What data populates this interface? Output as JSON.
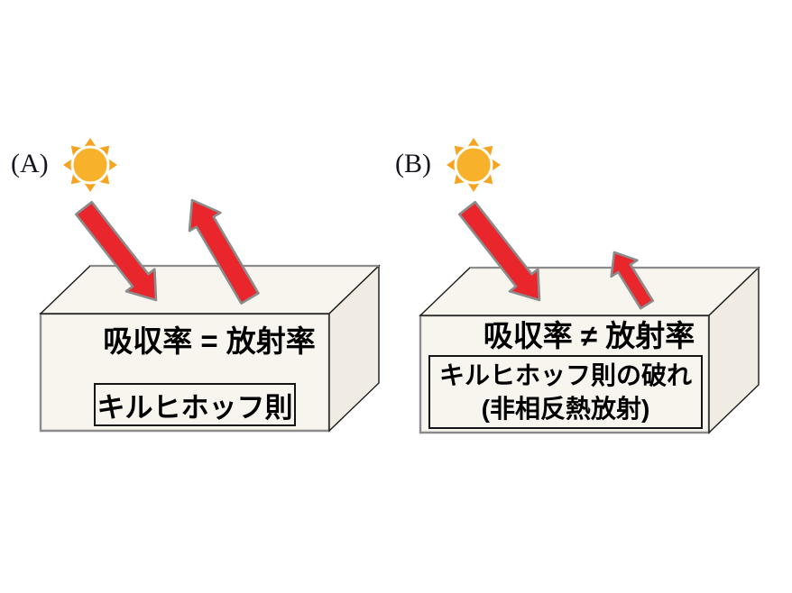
{
  "figure": {
    "panels": [
      {
        "label": "(A)",
        "relation": "吸収率 = 放射率",
        "caption_line1": "キルヒホッフ則",
        "incident_arrow": "large",
        "emitted_arrow": "large"
      },
      {
        "label": "(B)",
        "relation": "吸収率 ≠ 放射率",
        "caption_line1": "キルヒホッフ則の破れ",
        "caption_line2": "(非相反熱放射)",
        "incident_arrow": "large",
        "emitted_arrow": "small"
      }
    ]
  },
  "icons": {
    "sun": "sun-icon",
    "incident": "incident-arrow-icon",
    "emitted": "emitted-arrow-icon"
  },
  "colors": {
    "background": "#ffffff",
    "text": "#000000",
    "arrow_fill": "#e8262b",
    "arrow_stroke": "#8c8c8c",
    "sun_core": "#f8b12b",
    "sun_rays": "#f6a41f",
    "box_fill": "#f8f5ef",
    "box_side_fill": "#f0ece3",
    "box_stroke_dark": "#1a1a1a",
    "box_stroke_gray": "#8c8c8c"
  }
}
